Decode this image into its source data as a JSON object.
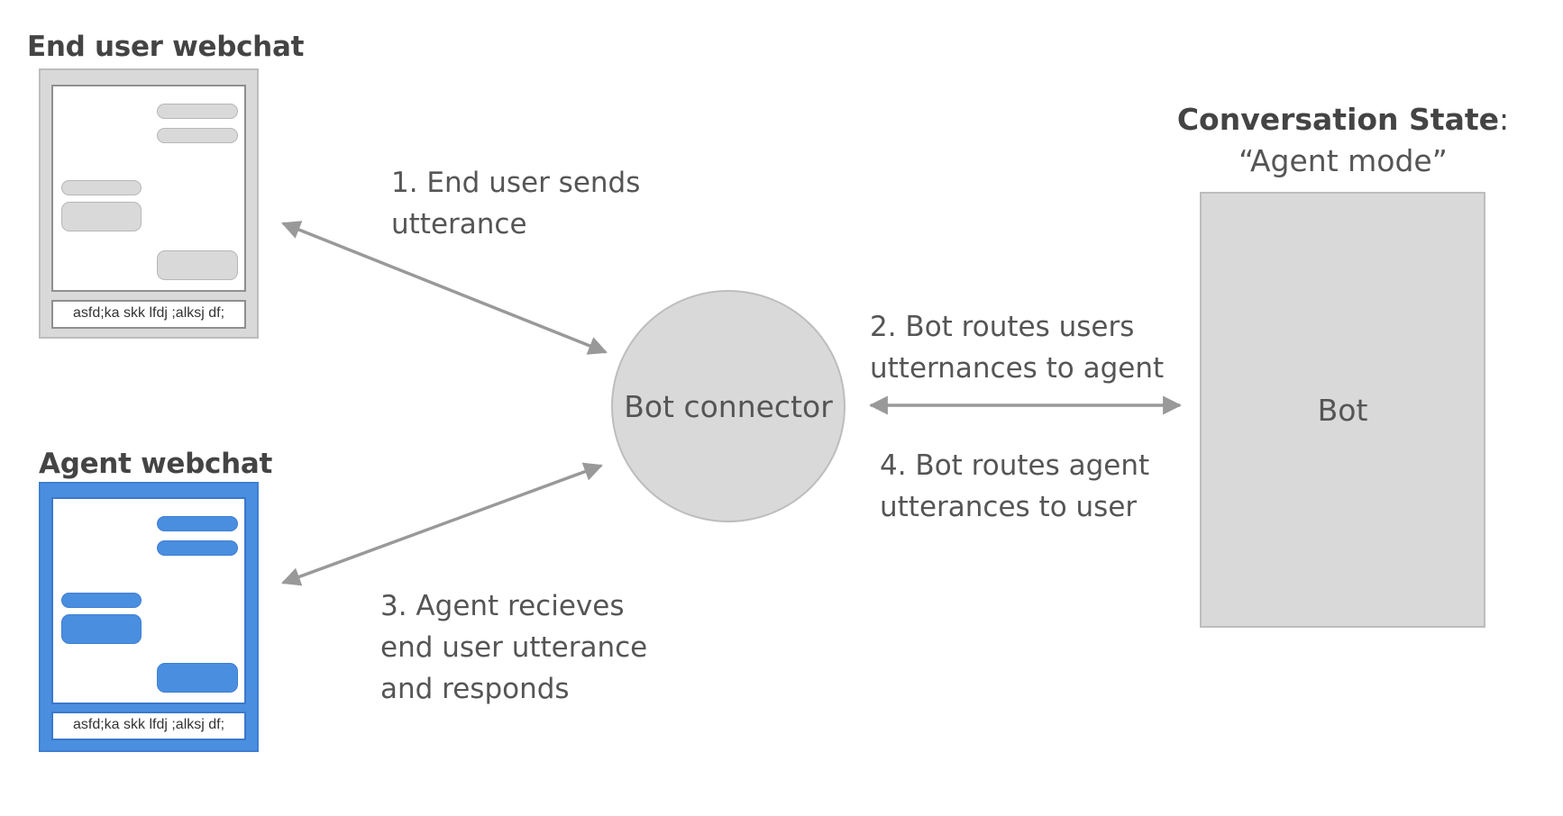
{
  "end_user": {
    "title": "End user webchat",
    "input_text": "asfd;ka skk lfdj ;alksj df;"
  },
  "agent": {
    "title": "Agent webchat",
    "input_text": "asfd;ka skk lfdj ;alksj df;"
  },
  "connector": {
    "label": "Bot connector"
  },
  "bot": {
    "label": "Bot",
    "state_title": "Conversation State",
    "state_colon": ":",
    "state_value": "“Agent mode”"
  },
  "steps": {
    "step1": "1. End user sends\nutterance",
    "step2": "2. Bot routes users\nutternances to  agent",
    "step3": "3. Agent recieves\nend user utterance\nand responds",
    "step4": "4. Bot routes agent\nutterances to user"
  },
  "colors": {
    "user_frame": "#d9d9d9",
    "agent_frame": "#4a8ee0",
    "arrow": "#999999",
    "text": "#555555"
  }
}
